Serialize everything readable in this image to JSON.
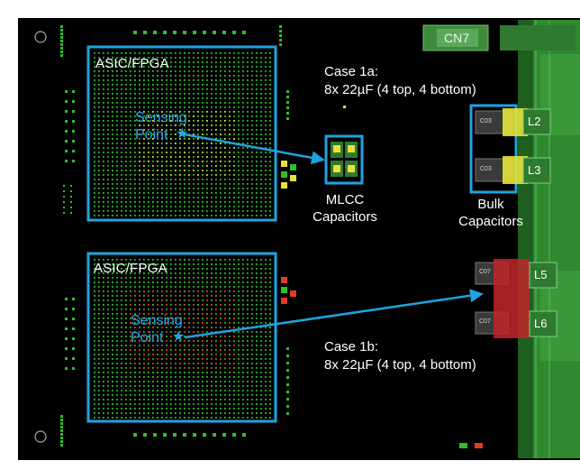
{
  "figure": {
    "top_chip": {
      "label": "ASIC/FPGA",
      "sensing_label_line1": "Sensing",
      "sensing_label_line2": "Point"
    },
    "bottom_chip": {
      "label": "ASIC/FPGA",
      "sensing_label_line1": "Sensing",
      "sensing_label_line2": "Point"
    },
    "case_1a": {
      "line1": "Case 1a:",
      "line2": "8x 22µF (4 top, 4 bottom)"
    },
    "case_1b": {
      "line1": "Case 1b:",
      "line2": "8x 22µF (4 top, 4 bottom)"
    },
    "mlcc_label": {
      "line1": "MLCC",
      "line2": "Capacitors"
    },
    "bulk_label": {
      "line1": "Bulk",
      "line2": "Capacitors"
    },
    "connector_label": "CN7",
    "inductor_labels": [
      "L2",
      "L3",
      "L5",
      "L6"
    ],
    "cap_ref_labels": [
      "C03",
      "C03",
      "C07",
      "C07"
    ],
    "star_glyph": "★"
  },
  "colors": {
    "board": "#000000",
    "highlight_blue": "#1fa3e0",
    "pad_green": "#2fbf2f",
    "pad_yellow": "#e8e23a",
    "pad_red": "#e03a2a",
    "regulator_green": "#2f8a2f",
    "bulk_red": "#c0262c"
  }
}
